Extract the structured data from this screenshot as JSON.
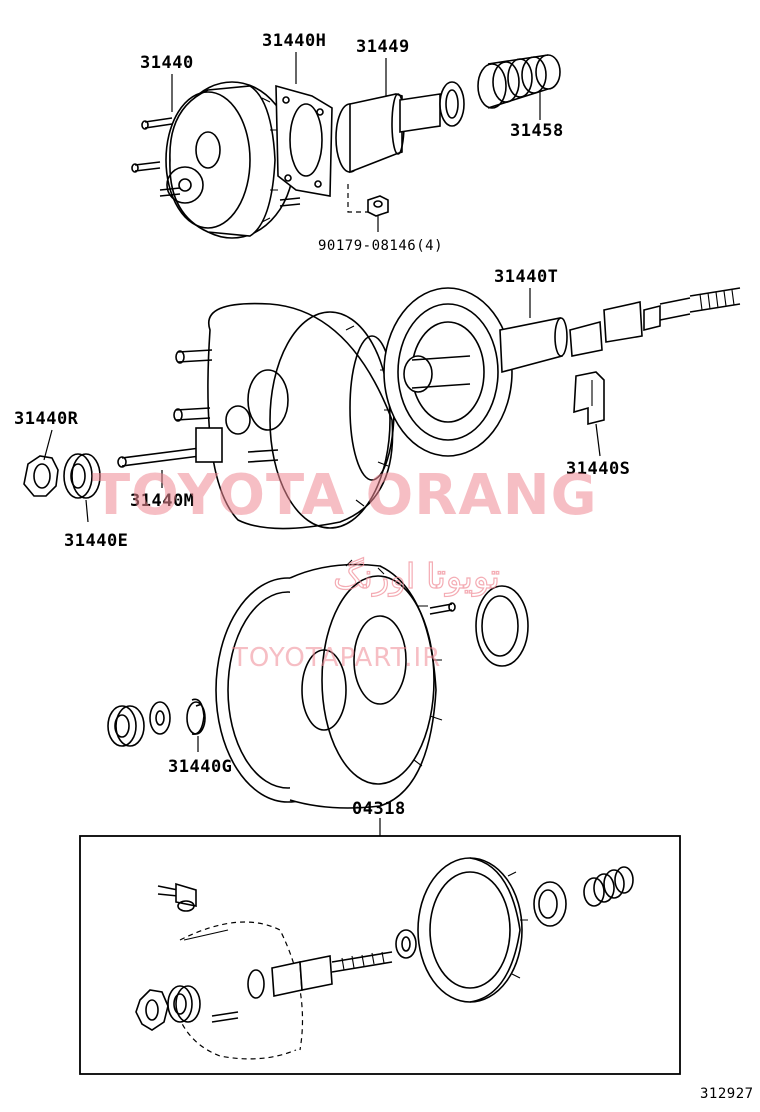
{
  "diagram": {
    "labels": {
      "booster_assy": "31440",
      "gasket": "31440H",
      "boot": "31449",
      "spring": "31458",
      "nut": "90179-08146(4)",
      "body_rear": "31440T",
      "retainer_r": "31440R",
      "rod_m": "31440M",
      "seal_e": "31440E",
      "clip_s": "31440S",
      "ring_g": "31440G",
      "kit": "04318",
      "drawing_no": "312927"
    },
    "watermark": {
      "brand": "TOYOTA ORANG",
      "farsi": "تویوتا اورنگ",
      "url": "TOYOTAPART.IR"
    }
  }
}
